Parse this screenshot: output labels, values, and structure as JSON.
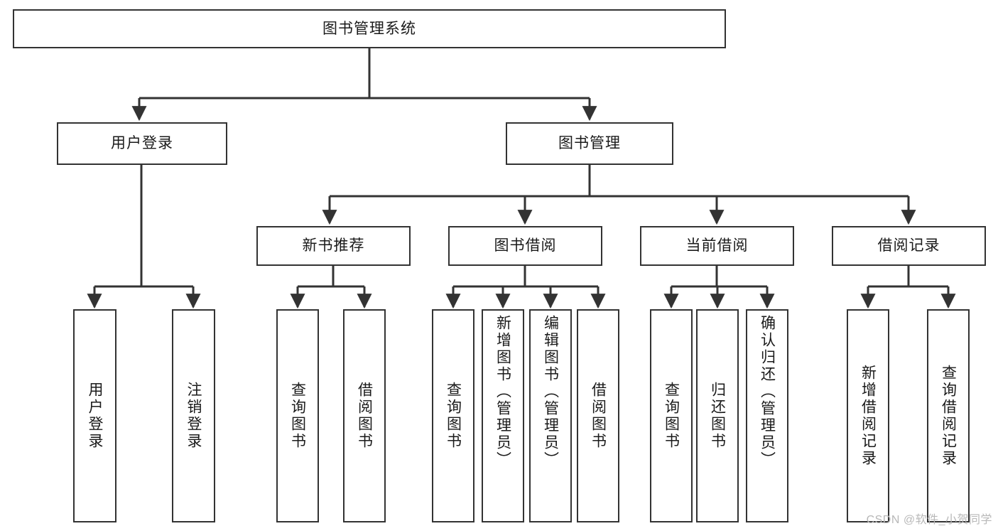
{
  "diagram": {
    "title": "图书管理系统",
    "type": "tree",
    "orientation": "top-down",
    "watermark": "CSDN @软件_小贺同学",
    "colors": {
      "stroke": "#333333",
      "fill": "#ffffff",
      "text": "#1a1a1a",
      "watermark": "#b8b8b8"
    },
    "nodes": {
      "root": {
        "label": "图书管理系统"
      },
      "level2": [
        {
          "id": "user-login",
          "label": "用户登录"
        },
        {
          "id": "book-manage",
          "label": "图书管理"
        }
      ],
      "level3": [
        {
          "id": "new-book-rec",
          "label": "新书推荐"
        },
        {
          "id": "book-borrow",
          "label": "图书借阅"
        },
        {
          "id": "current-borrow",
          "label": "当前借阅"
        },
        {
          "id": "borrow-record",
          "label": "借阅记录"
        }
      ],
      "leaves": {
        "user-login": [
          {
            "id": "leaf-user-login",
            "label": "用户登录"
          },
          {
            "id": "leaf-user-logout",
            "label": "注销登录"
          }
        ],
        "new-book-rec": [
          {
            "id": "leaf-query-book-1",
            "label": "查询图书"
          },
          {
            "id": "leaf-borrow-book-1",
            "label": "借阅图书"
          }
        ],
        "book-borrow": [
          {
            "id": "leaf-query-book-2",
            "label": "查询图书"
          },
          {
            "id": "leaf-add-book",
            "label": "新增图书（管理员）"
          },
          {
            "id": "leaf-edit-book",
            "label": "编辑图书（管理员）"
          },
          {
            "id": "leaf-borrow-book-2",
            "label": "借阅图书"
          }
        ],
        "current-borrow": [
          {
            "id": "leaf-query-book-3",
            "label": "查询图书"
          },
          {
            "id": "leaf-return-book",
            "label": "归还图书"
          },
          {
            "id": "leaf-confirm-return",
            "label": "确认归还（管理员）"
          }
        ],
        "borrow-record": [
          {
            "id": "leaf-add-record",
            "label": "新增借阅记录"
          },
          {
            "id": "leaf-query-record",
            "label": "查询借阅记录"
          }
        ]
      }
    }
  }
}
